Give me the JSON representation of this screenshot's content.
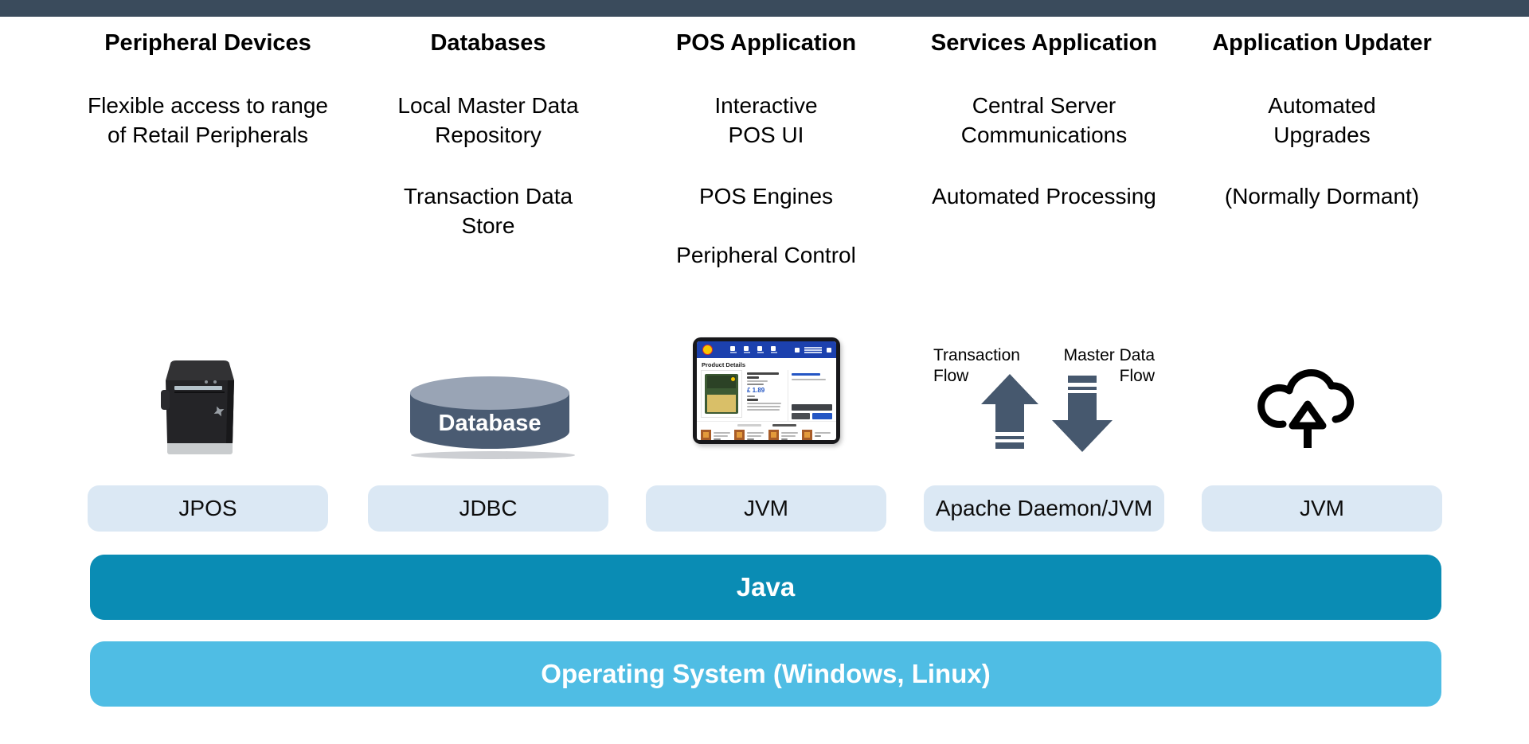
{
  "columns": [
    {
      "title": "Peripheral Devices",
      "descriptions": [
        "Flexible access to range\nof Retail Peripherals"
      ],
      "platform": "JPOS"
    },
    {
      "title": "Databases",
      "descriptions": [
        "Local Master Data\nRepository",
        "Transaction Data\nStore"
      ],
      "platform": "JDBC"
    },
    {
      "title": "POS Application",
      "descriptions": [
        "Interactive\nPOS UI",
        "POS Engines",
        "Peripheral Control"
      ],
      "platform": "JVM"
    },
    {
      "title": "Services Application",
      "descriptions": [
        "Central Server\nCommunications",
        "Automated Processing"
      ],
      "platform": "Apache Daemon/JVM"
    },
    {
      "title": "Application Updater",
      "descriptions": [
        "Automated\nUpgrades",
        "(Normally Dormant)"
      ],
      "platform": "JVM"
    }
  ],
  "icons": {
    "printer": "receipt-printer-photo",
    "database": {
      "label": "Database"
    },
    "pos_screen": {
      "title": "Product Details",
      "price": "£ 1.89"
    },
    "service_arrows": {
      "up_label": "Transaction\nFlow",
      "down_label": "Master Data\nFlow"
    },
    "cloud": "cloud-upload"
  },
  "layers": {
    "java": "Java",
    "os": "Operating System (Windows, Linux)"
  },
  "colors": {
    "top_bar": "#3a4b5c",
    "platform_box": "#dbe8f4",
    "java_bar": "#0a8cb4",
    "os_bar": "#4fbde4",
    "slate": "#46586e",
    "db_body": "#4a5b72",
    "db_top": "#99a4b5",
    "pos_blue": "#1c41ae",
    "lidl_yellow": "#f7c700",
    "price_blue": "#2456c4"
  }
}
